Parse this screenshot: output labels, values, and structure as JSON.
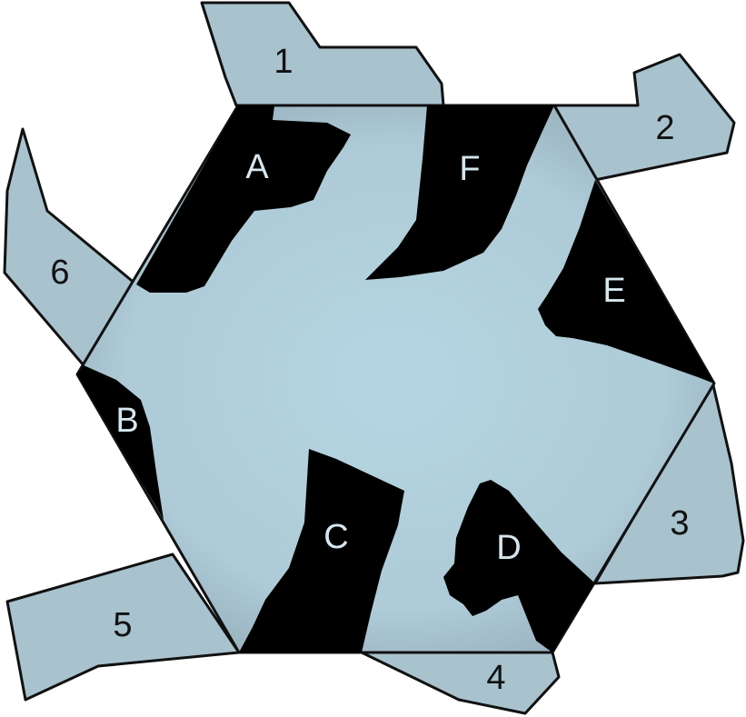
{
  "outer_pieces": [
    {
      "id": "piece-1",
      "label": "1"
    },
    {
      "id": "piece-2",
      "label": "2"
    },
    {
      "id": "piece-3",
      "label": "3"
    },
    {
      "id": "piece-4",
      "label": "4"
    },
    {
      "id": "piece-5",
      "label": "5"
    },
    {
      "id": "piece-6",
      "label": "6"
    }
  ],
  "inner_regions": [
    {
      "id": "region-a",
      "label": "A"
    },
    {
      "id": "region-b",
      "label": "B"
    },
    {
      "id": "region-c",
      "label": "C"
    },
    {
      "id": "region-d",
      "label": "D"
    },
    {
      "id": "region-e",
      "label": "E"
    },
    {
      "id": "region-f",
      "label": "F"
    }
  ],
  "colors": {
    "light_fill": "#a9c3ce",
    "center_fill": "#b4d6e2",
    "black_fill": "#000000",
    "outline": "#111111"
  }
}
